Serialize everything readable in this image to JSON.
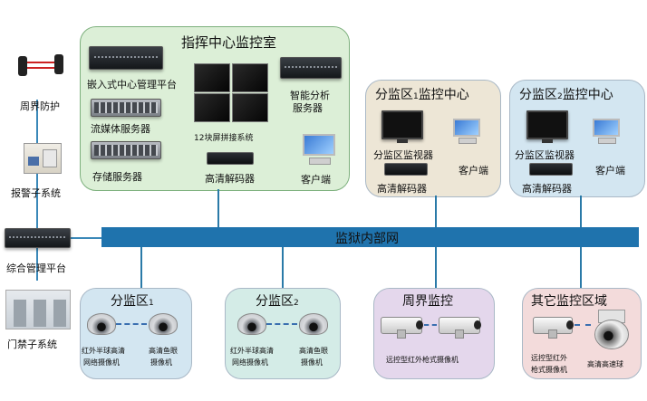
{
  "network": {
    "label": "监狱内部网"
  },
  "left": {
    "perimeter_label": "周界防护",
    "alarm_label": "报警子系统",
    "mgmt_label": "综合管理平台",
    "access_label": "门禁子系统"
  },
  "command": {
    "title": "指挥中心监控室",
    "embedded_label": "嵌入式中心管理平台",
    "streaming_label": "流媒体服务器",
    "storage_label": "存储服务器",
    "videowall_label": "12块屏拼接系统",
    "decoder_label": "高清解码器",
    "analytics_label": "智能分析\n服务器",
    "client_label": "客户端"
  },
  "sub1_center": {
    "title": "分监区1监控中心",
    "title_main": "分监区",
    "title_num": "1",
    "title_tail": "监控中心",
    "monitor_label": "分监区监视器",
    "client_label": "客户端",
    "decoder_label": "高清解码器"
  },
  "sub2_center": {
    "title_main": "分监区",
    "title_num": "2",
    "title_tail": "监控中心",
    "monitor_label": "分监区监视器",
    "client_label": "客户端",
    "decoder_label": "高清解码器"
  },
  "zone1": {
    "title_main": "分监区",
    "title_num": "1",
    "cam1_label_l1": "红外半球高清",
    "cam1_label_l2": "网络摄像机",
    "cam2_label_l1": "高清鱼眼",
    "cam2_label_l2": "摄像机"
  },
  "zone2": {
    "title_main": "分监区",
    "title_num": "2",
    "cam1_label_l1": "红外半球高清",
    "cam1_label_l2": "网络摄像机",
    "cam2_label_l1": "高清鱼眼",
    "cam2_label_l2": "摄像机"
  },
  "perimeter_zone": {
    "title": "周界监控",
    "cam_label": "远控型红外枪式摄像机"
  },
  "other_zone": {
    "title": "其它监控区域",
    "cam1_label_l1": "远控型红外",
    "cam1_label_l2": "枪式摄像机",
    "cam2_label": "高清高速球"
  },
  "colors": {
    "network_bar": "#1f73ad",
    "panel_green": "#dcefd7",
    "panel_beige": "#ede6d6",
    "panel_blue": "#d3e6f1",
    "panel_purple": "#e4d7ec",
    "panel_pink": "#f3dbdb",
    "panel_teal": "#d4ece7"
  },
  "icons": [
    "infrared-beam-icon",
    "alarm-panel-icon",
    "server-icon",
    "turnstile-icon",
    "video-wall-icon",
    "monitor-icon",
    "client-pc-icon",
    "decoder-icon",
    "dome-camera-icon",
    "bullet-camera-icon",
    "ptz-camera-icon"
  ]
}
